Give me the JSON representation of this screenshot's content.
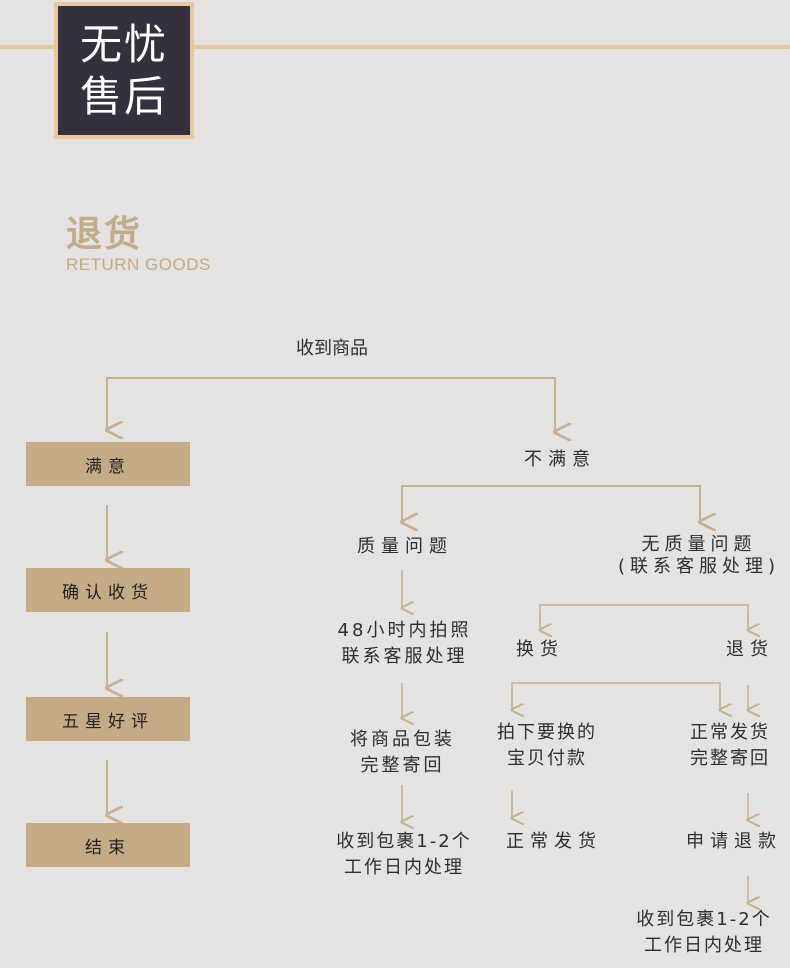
{
  "logo": {
    "line1": "无忧",
    "line2": "售后"
  },
  "section": {
    "title": "退货",
    "subtitle": "RETURN GOODS"
  },
  "flow": {
    "root": "收到商品",
    "satisfied": {
      "steps": [
        "满意",
        "确认收货",
        "五星好评",
        "结束"
      ]
    },
    "unsatisfied": {
      "label": "不满意",
      "quality": {
        "label": "质量问题",
        "step1_line1": "48小时内拍照",
        "step1_line2": "联系客服处理",
        "step2_line1": "将商品包装",
        "step2_line2": "完整寄回",
        "step3_line1": "收到包裹1-2个",
        "step3_line2": "工作日内处理"
      },
      "no_quality": {
        "label_line1": "无质量问题",
        "label_line2": "(联系客服处理)",
        "exchange": {
          "label": "换货",
          "step1_line1": "拍下要换的",
          "step1_line2": "宝贝付款",
          "step2": "正常发货"
        },
        "return": {
          "label": "退货",
          "step1_line1": "正常发货",
          "step1_line2": "完整寄回",
          "step2": "申请退款",
          "step3_line1": "收到包裹1-2个",
          "step3_line2": "工作日内处理"
        }
      }
    }
  },
  "colors": {
    "accent": "#c4ab86",
    "logo_bg": "#34303d",
    "line": "#c7b08f",
    "background": "#e4e3e1"
  }
}
